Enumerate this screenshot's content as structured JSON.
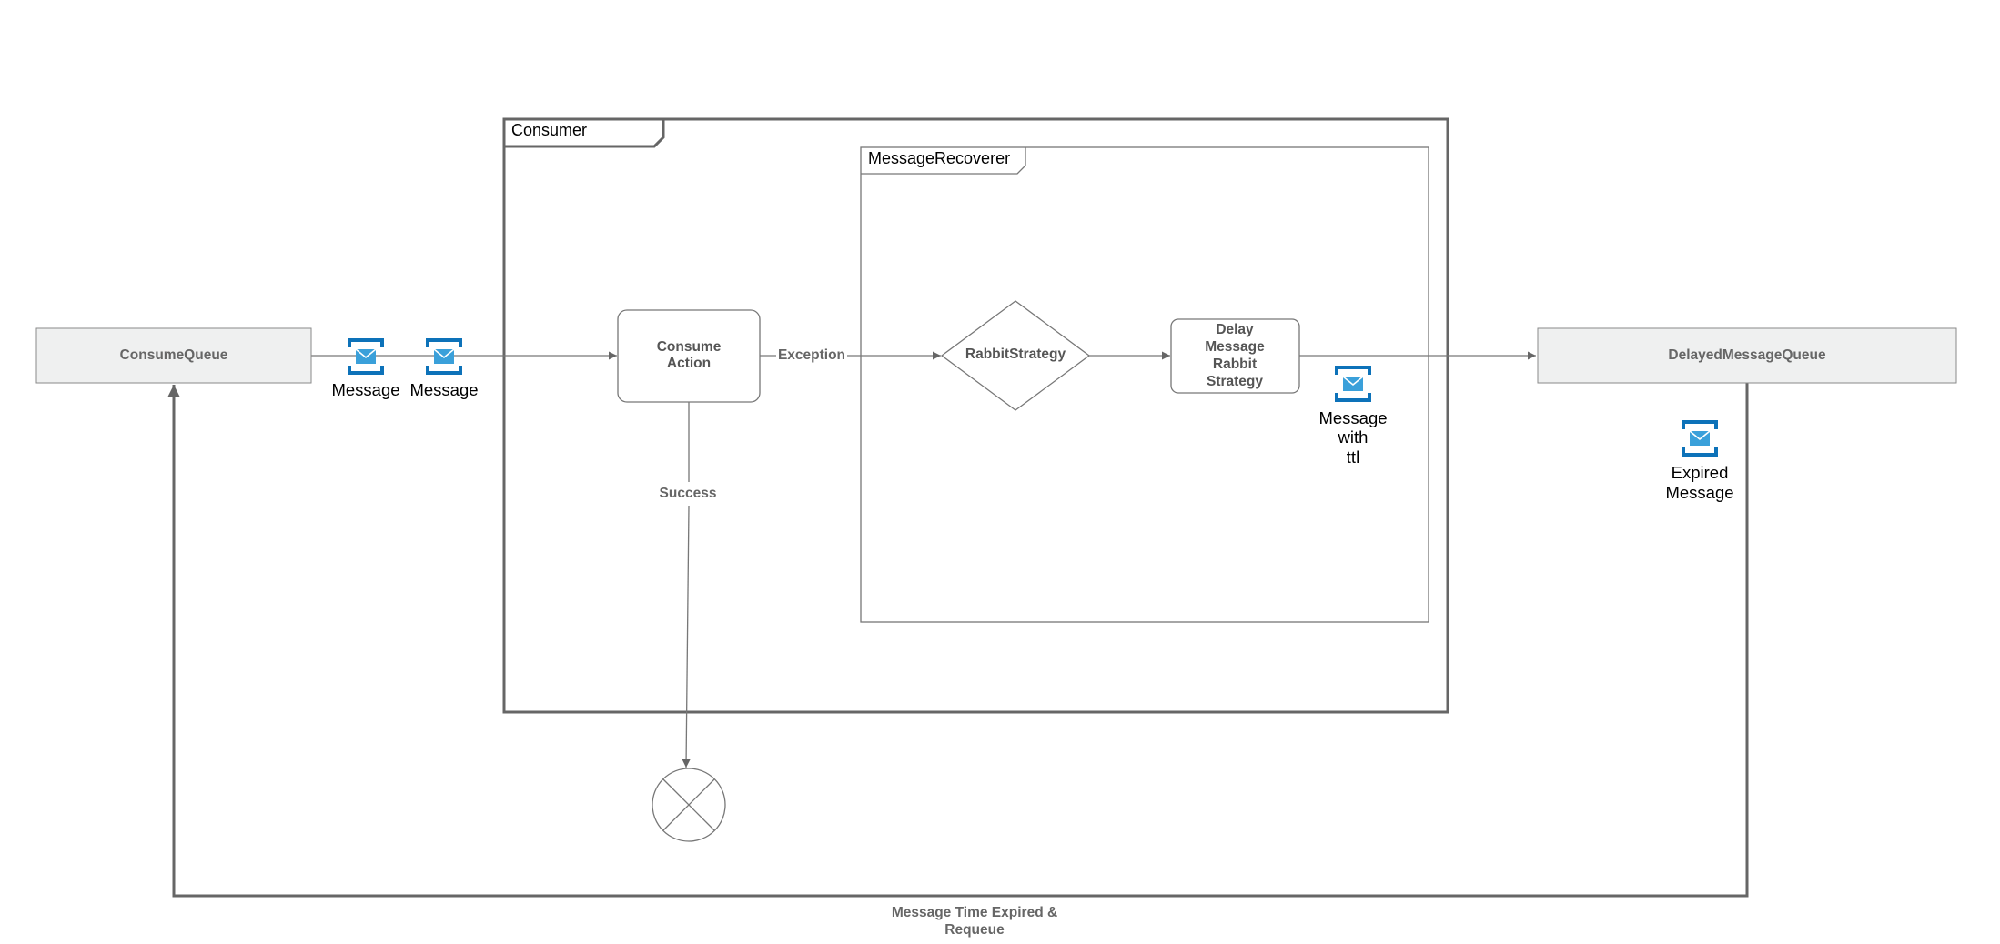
{
  "queues": {
    "consume": "ConsumeQueue",
    "delayed": "DelayedMessageQueue"
  },
  "frames": {
    "consumer": "Consumer",
    "recoverer": "MessageRecoverer"
  },
  "nodes": {
    "consume_action": [
      "Consume",
      "Action"
    ],
    "rabbit_strategy": "RabbitStrategy",
    "delay_strategy": [
      "Delay",
      "Message",
      "Rabbit",
      "Strategy"
    ]
  },
  "edges": {
    "exception": "Exception",
    "success": "Success",
    "expired_requeue": [
      "Message Time Expired &",
      "Requeue"
    ]
  },
  "messages": {
    "m1": [
      "Message"
    ],
    "m2": [
      "Message"
    ],
    "ttl": [
      "Message",
      "with",
      "ttl"
    ],
    "expired": [
      "Expired",
      "Message"
    ]
  },
  "icons": {
    "message": "envelope-icon",
    "end_event": "terminate-end-icon"
  },
  "colors": {
    "line": "#5f5f5f",
    "queue_fill": "#eff0f0",
    "icon_blue": "#0d72b9",
    "icon_light": "#3aa0da"
  }
}
